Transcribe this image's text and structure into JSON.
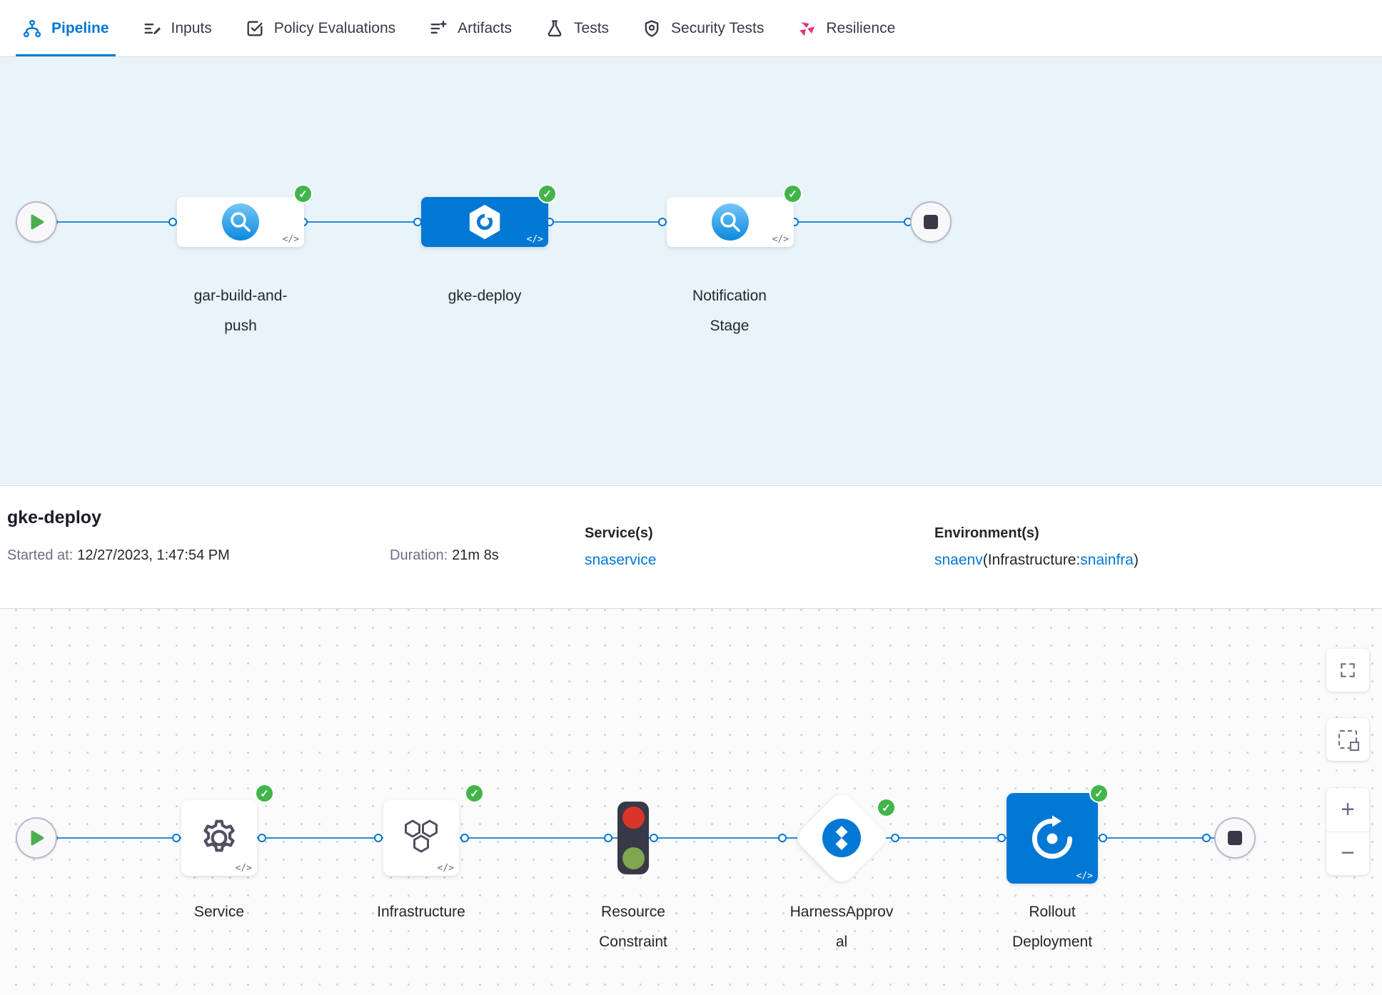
{
  "tabs": [
    {
      "label": "Pipeline",
      "icon": "pipeline-icon",
      "active": true
    },
    {
      "label": "Inputs",
      "icon": "inputs-icon",
      "active": false
    },
    {
      "label": "Policy Evaluations",
      "icon": "policy-evaluations-icon",
      "active": false
    },
    {
      "label": "Artifacts",
      "icon": "artifacts-icon",
      "active": false
    },
    {
      "label": "Tests",
      "icon": "tests-icon",
      "active": false
    },
    {
      "label": "Security Tests",
      "icon": "security-tests-icon",
      "active": false
    },
    {
      "label": "Resilience",
      "icon": "resilience-icon",
      "active": false
    }
  ],
  "icons": {
    "success_check": "✓",
    "code_chip": "</>",
    "zoom_in": "+",
    "zoom_out": "−"
  },
  "stage_graph": {
    "stages": [
      {
        "name": "gar-build-and-push",
        "status": "success",
        "selected": false
      },
      {
        "name": "gke-deploy",
        "status": "success",
        "selected": true
      },
      {
        "name": "Notification Stage",
        "status": "success",
        "selected": false
      }
    ]
  },
  "summary": {
    "title": "gke-deploy",
    "started_label": "Started at:",
    "started_value": "12/27/2023, 1:47:54 PM",
    "duration_label": "Duration:",
    "duration_value": "21m 8s",
    "services_label": "Service(s)",
    "services_value": "snaservice",
    "environments_label": "Environment(s)",
    "environment_name": "snaenv",
    "environment_infra_label": "(Infrastructure:",
    "environment_infra_value": "snainfra",
    "environment_close": ")"
  },
  "execution_graph": {
    "steps": [
      {
        "name": "Service",
        "icon": "gear-icon",
        "status": "success"
      },
      {
        "name": "Infrastructure",
        "icon": "hexagons-icon",
        "status": "success"
      },
      {
        "name": "Resource Constraint",
        "icon": "traffic-light-icon"
      },
      {
        "name": "HarnessApproval",
        "icon": "approval-icon",
        "status": "success"
      },
      {
        "name": "Rollout Deployment",
        "icon": "rollout-icon",
        "status": "success"
      }
    ]
  },
  "colors": {
    "accent_blue": "#0278d5",
    "success_green": "#42b54a",
    "canvas_blue_bg": "#e8f4f9",
    "link_blue": "#0278d5",
    "resilience_pink": "#e63472",
    "traffic_red": "#da3528",
    "traffic_green": "#7fa650",
    "dark_gray": "#383946"
  }
}
